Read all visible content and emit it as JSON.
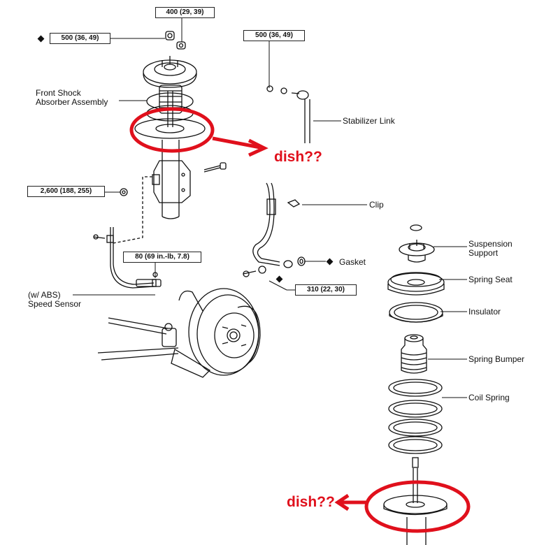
{
  "diagram": {
    "title": "Front suspension exploded view",
    "torque_specs": [
      {
        "id": "top-nut",
        "text": "400 (29, 39)"
      },
      {
        "id": "upper-mount-nut",
        "text": "500 (36, 49)",
        "marked": true
      },
      {
        "id": "stabilizer-nut",
        "text": "500 (36, 49)"
      },
      {
        "id": "knuckle-bolt",
        "text": "2,600 (188, 255)"
      },
      {
        "id": "speed-sensor-bolt",
        "text": "80 (69 in.-lb, 7.8)"
      },
      {
        "id": "union-bolt",
        "text": "310 (22, 30)"
      }
    ],
    "labels": {
      "front_shock_1": "Front Shock",
      "front_shock_2": "Absorber Assembly",
      "stabilizer_link": "Stabilizer Link",
      "clip": "Clip",
      "gasket": "Gasket",
      "speed_sensor_1": "(w/ ABS)",
      "speed_sensor_2": "Speed Sensor",
      "suspension_support_1": "Suspension",
      "suspension_support_2": "Support",
      "spring_seat": "Spring Seat",
      "insulator": "Insulator",
      "spring_bumper": "Spring Bumper",
      "coil_spring": "Coil Spring"
    },
    "annotations": [
      {
        "id": "upper",
        "text": "dish??",
        "color": "#e0101c"
      },
      {
        "id": "lower",
        "text": "dish??",
        "color": "#e0101c"
      }
    ]
  }
}
